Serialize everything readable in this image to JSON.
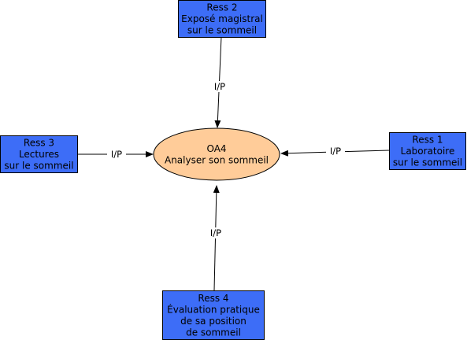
{
  "colors": {
    "resource_fill": "#3d6df7",
    "center_fill": "#ffcc99",
    "stroke": "#000000",
    "label_bg": "#ffffff"
  },
  "center": {
    "lines": [
      "OA4",
      "Analyser son sommeil"
    ]
  },
  "resources": [
    {
      "id": "ress2",
      "lines": [
        "Ress 2",
        "Exposé magistral",
        "sur le sommeil"
      ]
    },
    {
      "id": "ress3",
      "lines": [
        "Ress 3",
        "Lectures",
        "sur le sommeil"
      ]
    },
    {
      "id": "ress1",
      "lines": [
        "Ress 1",
        "Laboratoire",
        "sur le sommeil"
      ]
    },
    {
      "id": "ress4",
      "lines": [
        "Ress 4",
        "Évaluation pratique",
        "de sa position",
        "de sommeil"
      ]
    }
  ],
  "edges": [
    {
      "from": "ress2",
      "label": "I/P"
    },
    {
      "from": "ress3",
      "label": "I/P"
    },
    {
      "from": "ress1",
      "label": "I/P"
    },
    {
      "from": "ress4",
      "label": "I/P"
    }
  ]
}
